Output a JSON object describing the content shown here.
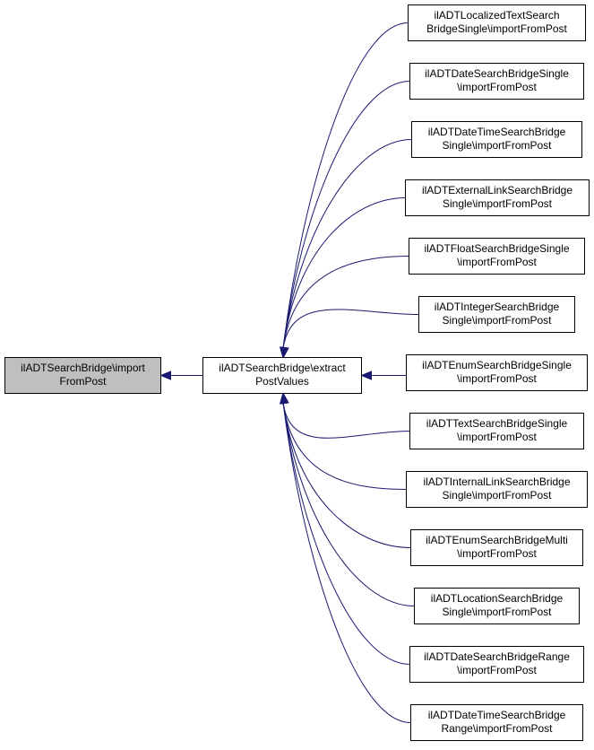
{
  "diagram": {
    "type": "call-graph",
    "edge_color": "#191970",
    "root_fill": "#bfbfbf",
    "root": {
      "id": "n0",
      "lines": [
        "ilADTSearchBridge\\import",
        "FromPost"
      ]
    },
    "center": {
      "id": "n1",
      "lines": [
        "ilADTSearchBridge\\extract",
        "PostValues"
      ]
    },
    "callers": [
      {
        "id": "c1",
        "lines": [
          "ilADTLocalizedTextSearch",
          "BridgeSingle\\importFromPost"
        ]
      },
      {
        "id": "c2",
        "lines": [
          "ilADTDateSearchBridgeSingle",
          "\\importFromPost"
        ]
      },
      {
        "id": "c3",
        "lines": [
          "ilADTDateTimeSearchBridge",
          "Single\\importFromPost"
        ]
      },
      {
        "id": "c4",
        "lines": [
          "ilADTExternalLinkSearchBridge",
          "Single\\importFromPost"
        ]
      },
      {
        "id": "c5",
        "lines": [
          "ilADTFloatSearchBridgeSingle",
          "\\importFromPost"
        ]
      },
      {
        "id": "c6",
        "lines": [
          "ilADTIntegerSearchBridge",
          "Single\\importFromPost"
        ]
      },
      {
        "id": "c7",
        "lines": [
          "ilADTEnumSearchBridgeSingle",
          "\\importFromPost"
        ]
      },
      {
        "id": "c8",
        "lines": [
          "ilADTTextSearchBridgeSingle",
          "\\importFromPost"
        ]
      },
      {
        "id": "c9",
        "lines": [
          "ilADTInternalLinkSearchBridge",
          "Single\\importFromPost"
        ]
      },
      {
        "id": "c10",
        "lines": [
          "ilADTEnumSearchBridgeMulti",
          "\\importFromPost"
        ]
      },
      {
        "id": "c11",
        "lines": [
          "ilADTLocationSearchBridge",
          "Single\\importFromPost"
        ]
      },
      {
        "id": "c12",
        "lines": [
          "ilADTDateSearchBridgeRange",
          "\\importFromPost"
        ]
      },
      {
        "id": "c13",
        "lines": [
          "ilADTDateTimeSearchBridge",
          "Range\\importFromPost"
        ]
      }
    ]
  }
}
